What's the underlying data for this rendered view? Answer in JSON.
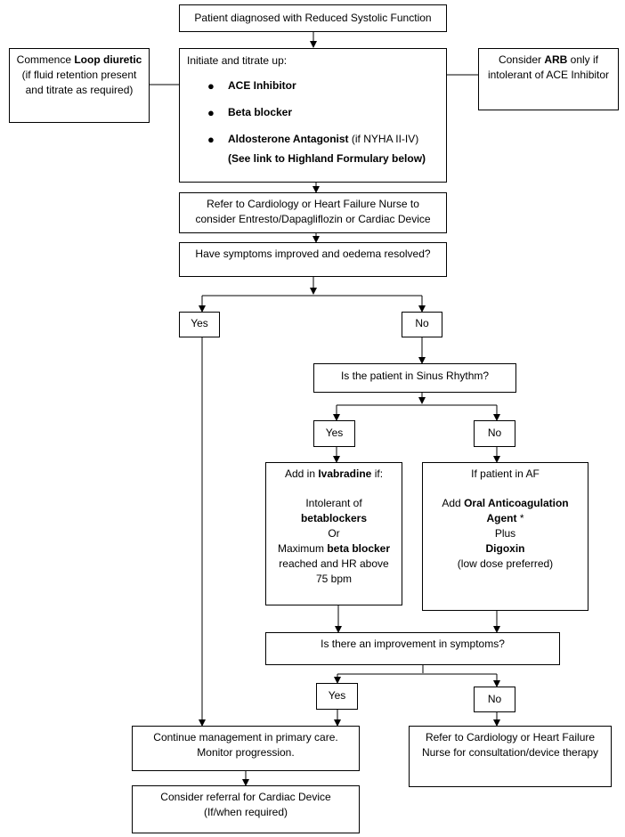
{
  "start": "Patient diagnosed with Reduced Systolic Function",
  "loop": {
    "pre": "Commence ",
    "bold": "Loop diuretic",
    "post": " (if fluid retention present and titrate as required)"
  },
  "arb": {
    "pre": "Consider ",
    "bold": "ARB",
    "post": " only if intolerant of ACE Inhibitor"
  },
  "initiate": {
    "heading": "Initiate and titrate up:",
    "items": [
      {
        "bold": "ACE Inhibitor",
        "rest": ""
      },
      {
        "bold": "Beta blocker",
        "rest": ""
      },
      {
        "bold": "Aldosterone Antagonist",
        "rest": " (if NYHA II-IV)"
      }
    ],
    "link": "(See link to Highland Formulary below)"
  },
  "refer1": "Refer to Cardiology or Heart Failure Nurse to consider Entresto/Dapagliflozin or Cardiac Device",
  "q_symptoms": "Have symptoms improved and oedema resolved?",
  "yes1": "Yes",
  "no1": "No",
  "q_sinus": "Is the patient in Sinus Rhythm?",
  "yes2": "Yes",
  "no2": "No",
  "ivabradine": {
    "l1_pre": "Add in ",
    "l1_bold": "Ivabradine",
    "l1_post": " if:",
    "l2": "Intolerant of",
    "l3_bold": "betablockers",
    "l4": "Or",
    "l5_pre": "Maximum ",
    "l5_bold": "beta blocker",
    "l6": "reached and HR above 75 bpm"
  },
  "af": {
    "l1": "If patient in AF",
    "l2_pre": "Add ",
    "l2_bold": "Oral Anticoagulation Agent",
    "l2_post": " *",
    "l3": "Plus",
    "l4_bold": "Digoxin",
    "l5": "(low dose preferred)"
  },
  "q_improve": "Is there an improvement in symptoms?",
  "yes3": "Yes",
  "no3": "No",
  "continue": "Continue management in primary care. Monitor progression.",
  "refer2": "Refer to Cardiology or Heart Failure Nurse for consultation/device therapy",
  "device": {
    "l1": "Consider referral for Cardiac Device",
    "l2": "(If/when required)"
  }
}
